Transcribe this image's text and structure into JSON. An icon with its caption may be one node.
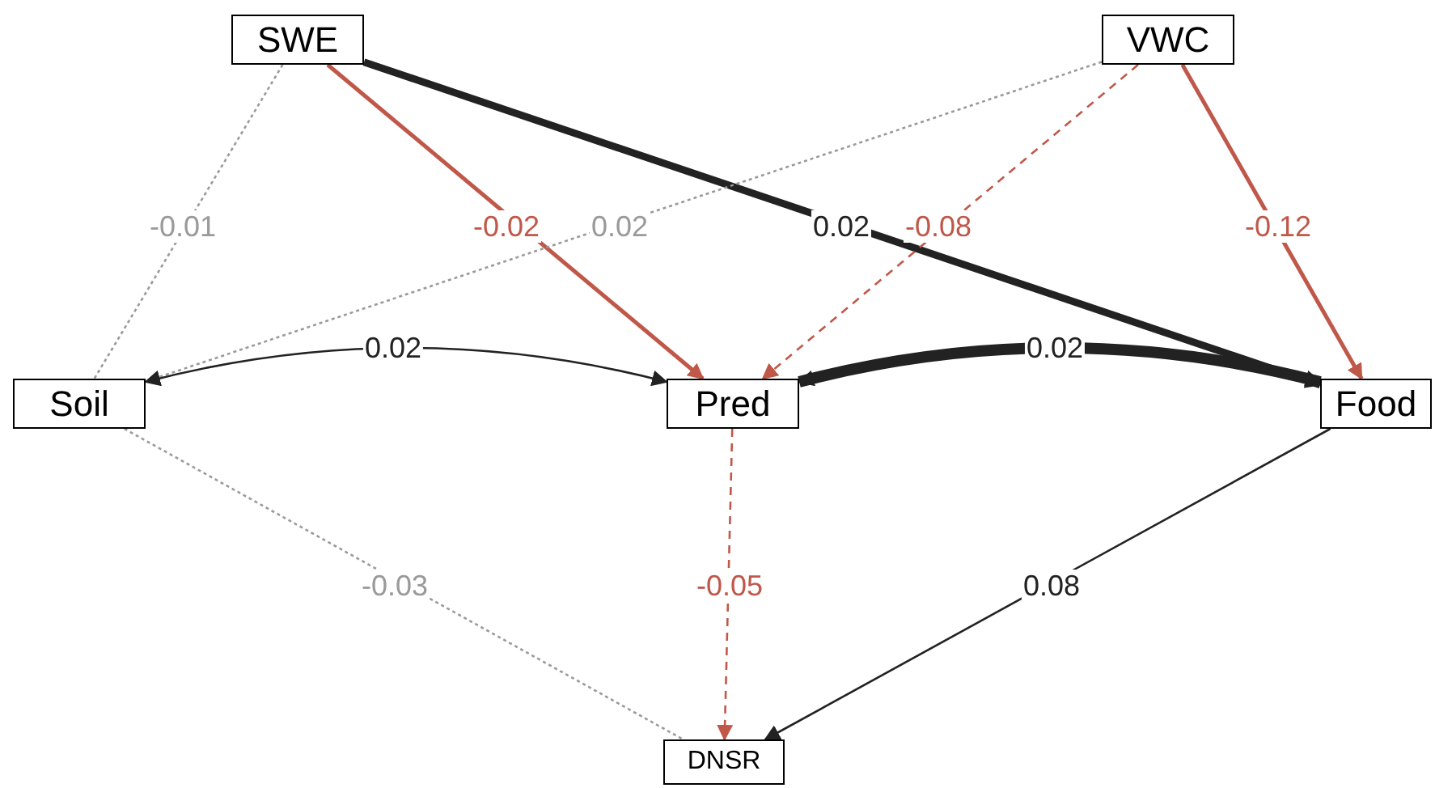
{
  "diagram": {
    "nodes": [
      {
        "text": [
          "SWE"
        ]
      },
      {
        "text": [
          "VWC"
        ]
      },
      {
        "text": [
          "Soil"
        ]
      },
      {
        "text": [
          "Pred"
        ]
      },
      {
        "text": [
          "Food"
        ]
      },
      {
        "text": [
          "DNSR"
        ]
      }
    ],
    "edges": [
      {
        "from": 0,
        "to": 2,
        "arrow": "none",
        "label": "-0.01",
        "style": "dashed",
        "color": "#9a9a9a"
      },
      {
        "from": 0,
        "to": 3,
        "arrow": "to",
        "label": "-0.02",
        "color": "#c0584a"
      },
      {
        "from": 0,
        "to": 4,
        "arrow": "to",
        "label": "0.02",
        "style": "thick",
        "color": "#222222"
      },
      {
        "from": 1,
        "to": 2,
        "arrow": "none",
        "label": "0.02",
        "style": "dashed",
        "color": "#9a9a9a"
      },
      {
        "from": 1,
        "to": 3,
        "arrow": "to",
        "label": "-0.08",
        "style": "dashed",
        "color": "#c0584a"
      },
      {
        "from": 1,
        "to": 4,
        "arrow": "to",
        "label": "-0.12",
        "color": "#c0584a"
      },
      {
        "from": 2,
        "to": 3,
        "arrow": "both",
        "label": "0.02",
        "color": "#222222"
      },
      {
        "from": 3,
        "to": 4,
        "arrow": "both",
        "label": "0.02",
        "style": "thick",
        "color": "#222222"
      },
      {
        "from": 2,
        "to": 5,
        "arrow": "none",
        "label": "-0.03",
        "style": "dashed",
        "color": "#9a9a9a"
      },
      {
        "from": 3,
        "to": 5,
        "arrow": "to",
        "label": "-0.05",
        "style": "dashed",
        "color": "#c0584a"
      },
      {
        "from": 4,
        "to": 5,
        "arrow": "to",
        "label": "0.08",
        "color": "#222222"
      }
    ]
  }
}
